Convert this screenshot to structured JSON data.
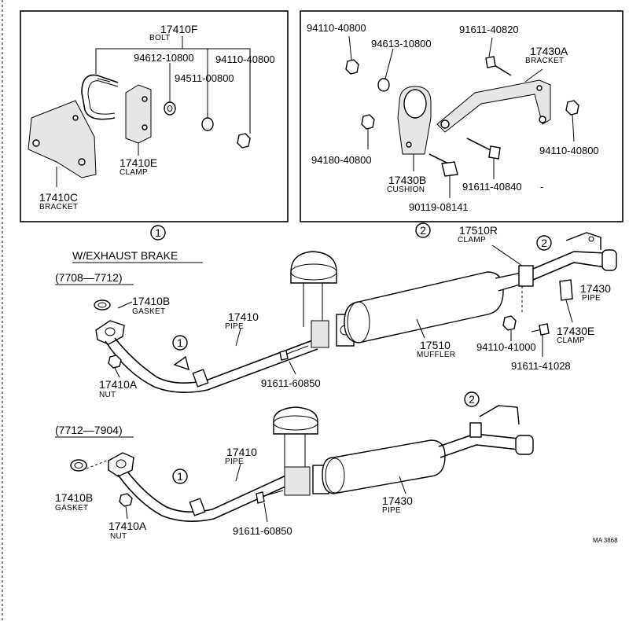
{
  "box1": {
    "bolt_no": "17410F",
    "bolt_name": "BOLT",
    "p1": "94612-10800",
    "p2": "94110-40800",
    "p3": "94511-00800",
    "clamp_no": "17410E",
    "clamp_name": "CLAMP",
    "bracket_no": "17410C",
    "bracket_name": "BRACKET",
    "callout": "1"
  },
  "box2": {
    "p1": "94110-40800",
    "p2": "94613-10800",
    "p3": "91611-40820",
    "bracket_no": "17430A",
    "bracket_name": "BRACKET",
    "p4": "94180-40800",
    "p5": "94110-40800",
    "cushion_no": "17430B",
    "cushion_name": "CUSHION",
    "p6": "91611-40840",
    "p6_suffix": "-",
    "p7": "90119-08141",
    "callout": "2"
  },
  "upper": {
    "heading": "W/EXHAUST BRAKE",
    "range": "(7708—7712)",
    "gasket_no": "17410B",
    "gasket_name": "GASKET",
    "pipe_no": "17410",
    "pipe_name": "PIPE",
    "nut_no": "17410A",
    "nut_name": "NUT",
    "bolt1": "91611-60850",
    "muffler_no": "17510",
    "muffler_name": "MUFFLER",
    "clamp_no": "17510R",
    "clamp_name": "CLAMP",
    "tail_no": "17430",
    "tail_name": "PIPE",
    "clampE_no": "17430E",
    "clampE_name": "CLAMP",
    "nut2": "94110-41000",
    "bolt2": "91611-41028",
    "callout1": "1",
    "callout2": "2"
  },
  "lower": {
    "range": "(7712—7904)",
    "gasket_no": "17410B",
    "gasket_name": "GASKET",
    "pipe_no": "17410",
    "pipe_name": "PIPE",
    "nut_no": "17410A",
    "nut_name": "NUT",
    "bolt1": "91611-60850",
    "tail_no": "17430",
    "tail_name": "PIPE",
    "callout1": "1",
    "callout2": "2"
  },
  "footer": {
    "code": "MA 3868"
  }
}
